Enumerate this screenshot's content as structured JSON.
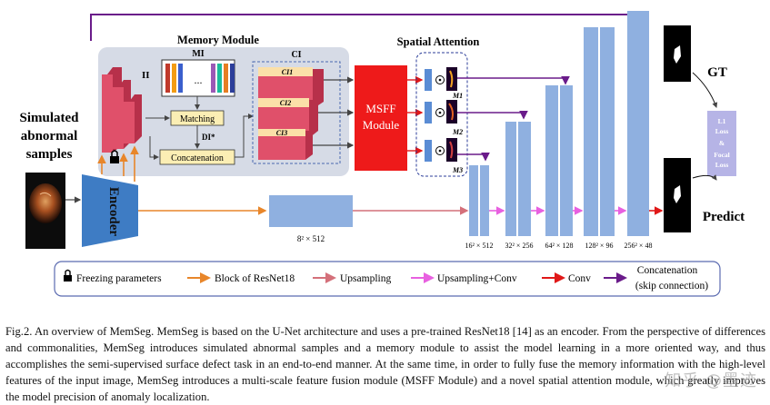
{
  "input_label": [
    "Simulated",
    "abnormal",
    "samples"
  ],
  "encoder_label": "Encoder",
  "memory_module": {
    "title": "Memory Module",
    "ii_label": "II",
    "mi_label": "MI",
    "ci_label": "CI",
    "ci_items": [
      "CI1",
      "CI2",
      "CI3"
    ],
    "matching": "Matching",
    "di_label": "DI*",
    "concatenation": "Concatenation",
    "dots": "...",
    "mi_colors": [
      "#c0392b",
      "#f39c12",
      "#3a5fcd",
      "#9b59b6",
      "#1abc9c",
      "#e67e22",
      "#2c3e9a",
      "#d35400"
    ]
  },
  "msff_label": [
    "MSFF",
    "Module"
  ],
  "spatial_attention": {
    "title": "Spatial Attention",
    "maps": [
      "M1",
      "M2",
      "M3"
    ]
  },
  "bottleneck_label": "8² × 512",
  "decoder_sizes": [
    "16² × 512",
    "32² × 256",
    "64² × 128",
    "128² × 96",
    "256² × 48"
  ],
  "gt_label": "GT",
  "predict_label": "Predict",
  "loss_box": [
    "L1",
    "Loss",
    "&",
    "Focal",
    "Loss"
  ],
  "legend": [
    {
      "id": "freeze",
      "text": "Freezing parameters"
    },
    {
      "id": "resnet",
      "text": "Block of ResNet18",
      "color": "#e8862a"
    },
    {
      "id": "upsample",
      "text": "Upsampling",
      "color": "#d4707a"
    },
    {
      "id": "upconv",
      "text": "Upsampling+Conv",
      "color": "#e860e0"
    },
    {
      "id": "conv",
      "text": "Conv",
      "color": "#e01818"
    },
    {
      "id": "concat",
      "text": [
        "Concatenation",
        "(skip connection)"
      ],
      "color": "#6a1b8a"
    }
  ],
  "caption": "Fig.2. An overview of MemSeg. MemSeg is based on the U-Net architecture and uses a pre-trained ResNet18 [14] as an encoder. From the perspective of differences and commonalities, MemSeg introduces simulated abnormal samples and a memory module to assist the model learning in a more oriented way, and thus accomplishes the semi-supervised surface defect task in an end-to-end manner. At the same time, in order to fully fuse the memory information with the high-level features of the input image, MemSeg introduces a multi-scale feature fusion module (MSFF Module) and a novel spatial attention module, which greatly improves the model precision of anomaly localization.",
  "watermark": "知乎 @墨迹"
}
